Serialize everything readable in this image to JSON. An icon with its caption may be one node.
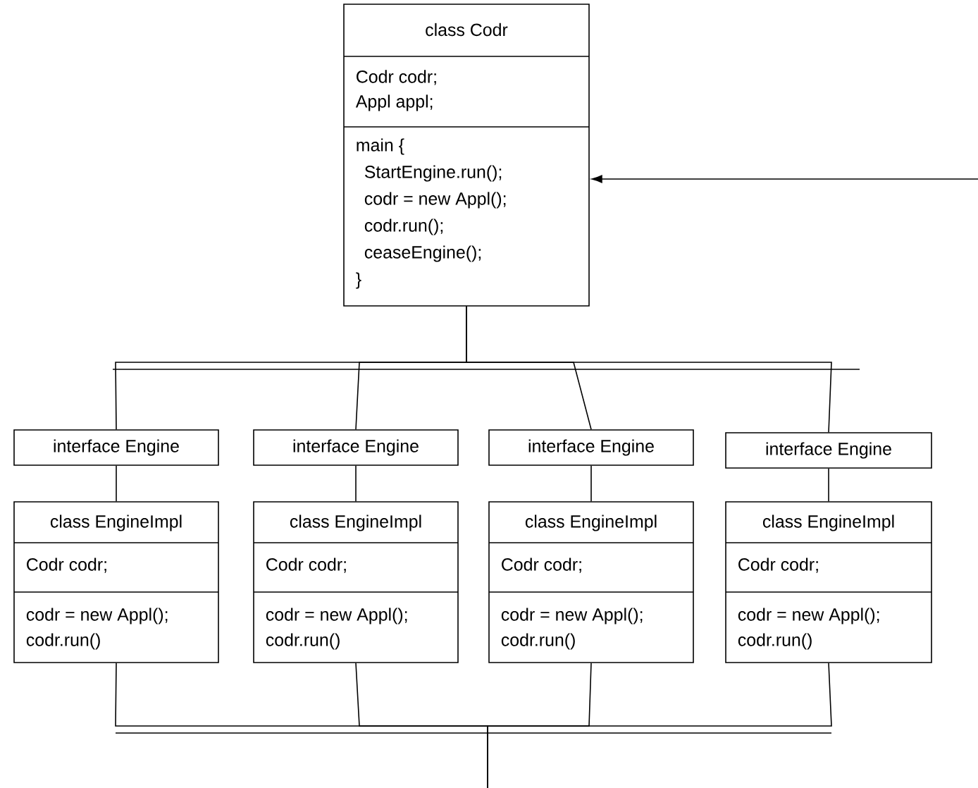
{
  "diagram": {
    "nodes": [
      {
        "text": [
          "class Codr",
          "Codr codr;",
          "Appl appl;",
          "main {",
          "StartEngine.run();",
          "codr = new  Appl();",
          "codr.run();",
          "ceaseEngine();",
          "}"
        ]
      },
      {
        "text": [
          "interface Engine"
        ]
      },
      {
        "text": [
          "interface Engine"
        ]
      },
      {
        "text": [
          "interface Engine"
        ]
      },
      {
        "text": [
          "interface Engine"
        ]
      },
      {
        "text": [
          "class EngineImpl",
          "Codr codr;",
          "codr = new Appl();",
          "codr.run()"
        ]
      },
      {
        "text": [
          "class EngineImpl",
          "Codr codr;",
          "codr = new Appl();",
          "codr.run()"
        ]
      },
      {
        "text": [
          "class EngineImpl",
          "Codr codr;",
          "codr = new Appl();",
          "codr.run()"
        ]
      },
      {
        "text": [
          "class EngineImpl",
          "Codr codr;",
          "codr = new Appl();",
          "codr.run()"
        ]
      }
    ],
    "edges": [
      {
        "from": null,
        "to": 0,
        "arrow": "to"
      },
      {
        "from": 0,
        "to": 1,
        "arrow": "none"
      },
      {
        "from": 0,
        "to": 2,
        "arrow": "none"
      },
      {
        "from": 0,
        "to": 3,
        "arrow": "none"
      },
      {
        "from": 0,
        "to": 4,
        "arrow": "none"
      },
      {
        "from": 1,
        "to": 5,
        "arrow": "none"
      },
      {
        "from": 2,
        "to": 6,
        "arrow": "none"
      },
      {
        "from": 3,
        "to": 7,
        "arrow": "none"
      },
      {
        "from": 4,
        "to": 8,
        "arrow": "none"
      },
      {
        "from": 5,
        "to": null,
        "arrow": "none"
      },
      {
        "from": 6,
        "to": null,
        "arrow": "none"
      },
      {
        "from": 7,
        "to": null,
        "arrow": "none"
      },
      {
        "from": 8,
        "to": null,
        "arrow": "none"
      }
    ]
  }
}
